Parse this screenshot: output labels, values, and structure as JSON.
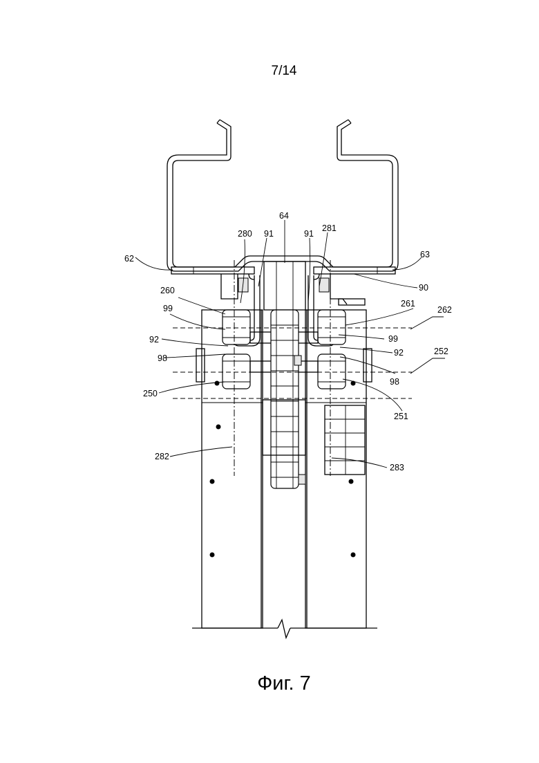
{
  "page_number": "7/14",
  "caption": "Фиг. 7",
  "labels": {
    "l62": "62",
    "l63": "63",
    "l64": "64",
    "l90": "90",
    "l280": "280",
    "l281": "281",
    "l91a": "91",
    "l91b": "91",
    "l260": "260",
    "l261": "261",
    "l262": "262",
    "l99a": "99",
    "l99b": "99",
    "l92a": "92",
    "l92b": "92",
    "l98a": "98",
    "l98b": "98",
    "l252": "252",
    "l250": "250",
    "l251": "251",
    "l282": "282",
    "l283": "283"
  }
}
